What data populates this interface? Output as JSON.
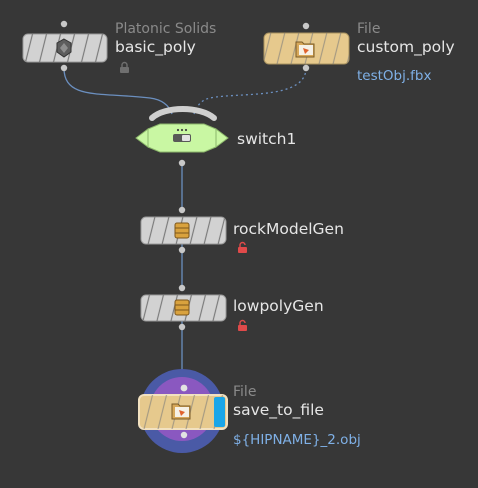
{
  "network": {
    "nodes": [
      {
        "id": "basic_poly",
        "type_label": "Platonic Solids",
        "name": "basic_poly",
        "flag": "locked",
        "icon": "platonic-solid-icon",
        "color": "#cfcfcf"
      },
      {
        "id": "custom_poly",
        "type_label": "File",
        "name": "custom_poly",
        "param": "testObj.fbx",
        "icon": "file-folder-icon",
        "color": "#e8cb8f"
      },
      {
        "id": "switch1",
        "name": "switch1",
        "icon": "switch-icon",
        "color": "#c9f7a3"
      },
      {
        "id": "rockModelGen",
        "name": "rockModelGen",
        "flag": "unlocked",
        "icon": "hda-box-icon",
        "color": "#cfcfcf"
      },
      {
        "id": "lowpolyGen",
        "name": "lowpolyGen",
        "flag": "unlocked",
        "icon": "hda-box-icon",
        "color": "#cfcfcf"
      },
      {
        "id": "save_to_file",
        "type_label": "File",
        "name": "save_to_file",
        "param": "${HIPNAME}_2.obj",
        "icon": "file-folder-icon",
        "color": "#e8cb8f",
        "display_flag_color": "#1aa6e8",
        "template_halo_color": "#6a5bb5"
      }
    ],
    "wires": [
      {
        "from": "basic_poly",
        "to": "switch1",
        "style": "solid"
      },
      {
        "from": "custom_poly",
        "to": "switch1",
        "style": "dotted"
      },
      {
        "from": "switch1",
        "to": "rockModelGen",
        "style": "solid"
      },
      {
        "from": "rockModelGen",
        "to": "lowpolyGen",
        "style": "solid"
      },
      {
        "from": "lowpolyGen",
        "to": "save_to_file",
        "style": "solid"
      }
    ]
  }
}
